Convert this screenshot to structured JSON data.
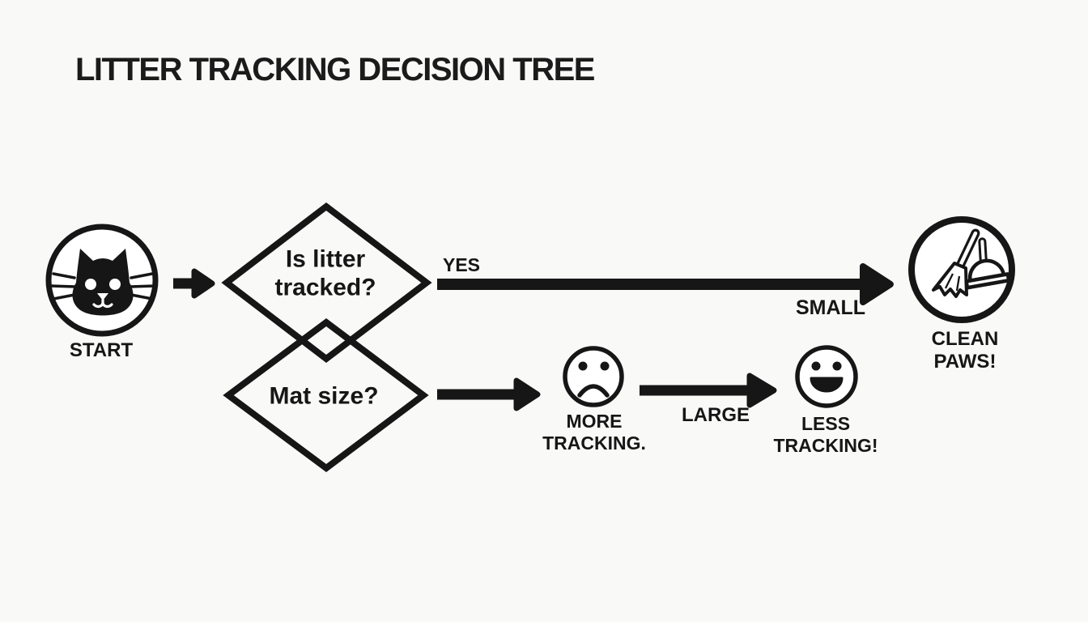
{
  "title": "LITTER TRACKING DECISION TREE",
  "colors": {
    "background": "#f9f9f8",
    "ink": "#161616"
  },
  "nodes": {
    "start": {
      "label": "START",
      "icon": "cat-face-icon"
    },
    "decision1": {
      "label": "Is litter\ntracked?",
      "shape": "diamond"
    },
    "decision2": {
      "label": "Mat size?",
      "shape": "diamond"
    },
    "clean_paws": {
      "label": "CLEAN PAWS!",
      "icon": "broom-dustpan-icon"
    },
    "more_tracking": {
      "label": "MORE\nTRACKING.",
      "icon": "sad-face-icon"
    },
    "less_tracking": {
      "label": "LESS\nTRACKING!",
      "icon": "happy-face-icon"
    }
  },
  "edges": {
    "yes": {
      "label": "YES"
    },
    "small": {
      "label": "SMALL"
    },
    "large": {
      "label": "LARGE"
    }
  }
}
